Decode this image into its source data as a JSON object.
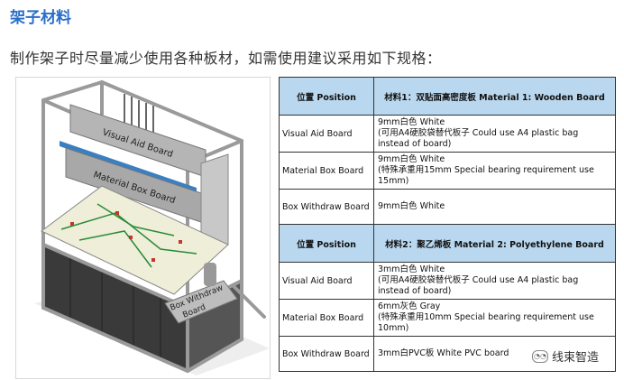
{
  "heading": "架子材料",
  "intro": "制作架子时尽量减少使用各种板材，如需使用建议采用如下规格：",
  "figure": {
    "labels": {
      "visual_aid": "Visual Aid Board",
      "material_box": "Material Box Board",
      "box_withdraw_line1": "Box Withdraw",
      "box_withdraw_line2": "Board"
    }
  },
  "table": {
    "sections": [
      {
        "header_position": "位置 Position",
        "header_material": "材料1：双贴面高密度板 Material 1: Wooden Board",
        "rows": [
          {
            "position": "Visual Aid Board",
            "lines": [
              "9mm白色 White",
              "(可用A4硬胶袋替代板子 Could use A4 plastic bag",
              "instead of board)"
            ]
          },
          {
            "position": "Material Box Board",
            "lines": [
              "9mm白色 White",
              "(特殊承重用15mm Special bearing requirement use",
              "15mm)"
            ]
          },
          {
            "position": "Box Withdraw Board",
            "lines": [
              "9mm白色 White"
            ]
          }
        ]
      },
      {
        "header_position": "位置 Position",
        "header_material": "材料2：聚乙烯板 Material 2: Polyethylene Board",
        "rows": [
          {
            "position": "Visual Aid Board",
            "lines": [
              "3mm白色 White",
              "(可用A4硬胶袋替代板子 Could use A4 plastic bag",
              "instead of board)"
            ]
          },
          {
            "position": "Material Box Board",
            "lines": [
              "6mm灰色 Gray",
              "(特殊承重用10mm Special bearing requirement use",
              "10mm)"
            ]
          },
          {
            "position": "Box Withdraw Board",
            "lines": [
              "3mm白PVC板 White PVC board"
            ]
          }
        ]
      }
    ]
  },
  "watermark": {
    "text": "线束智造",
    "icon": "wechat-icon"
  }
}
